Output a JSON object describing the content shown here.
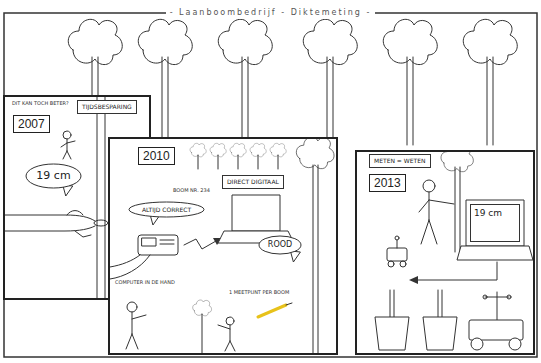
{
  "diagram": {
    "title": "- Laanboombedrijf - Diktemeting -",
    "nodes": [
      {
        "text": [
          "2007"
        ]
      },
      {
        "text": [
          "19 cm"
        ],
        "in": 0
      },
      {
        "text": [
          "TIJDSBESPARING"
        ],
        "in": 0
      },
      {
        "text": [
          "2010"
        ]
      },
      {
        "text": [
          "ALTIJD CORRECT"
        ],
        "in": 3
      },
      {
        "text": [
          "DIRECT DIGITAAL"
        ],
        "in": 3
      },
      {
        "text": [
          "ROOD"
        ],
        "in": 3
      },
      {
        "text": [
          "2013"
        ]
      },
      {
        "text": [
          "METEN = WETEN"
        ],
        "in": 7
      },
      {
        "text": [
          "19 cm"
        ],
        "in": 7
      }
    ],
    "labels": [
      "DIT KAN TOCH BETER?",
      "BOOM NR. 234",
      "COMPUTER IN DE HAND",
      "1 MEETPUNT PER BOOM"
    ]
  }
}
